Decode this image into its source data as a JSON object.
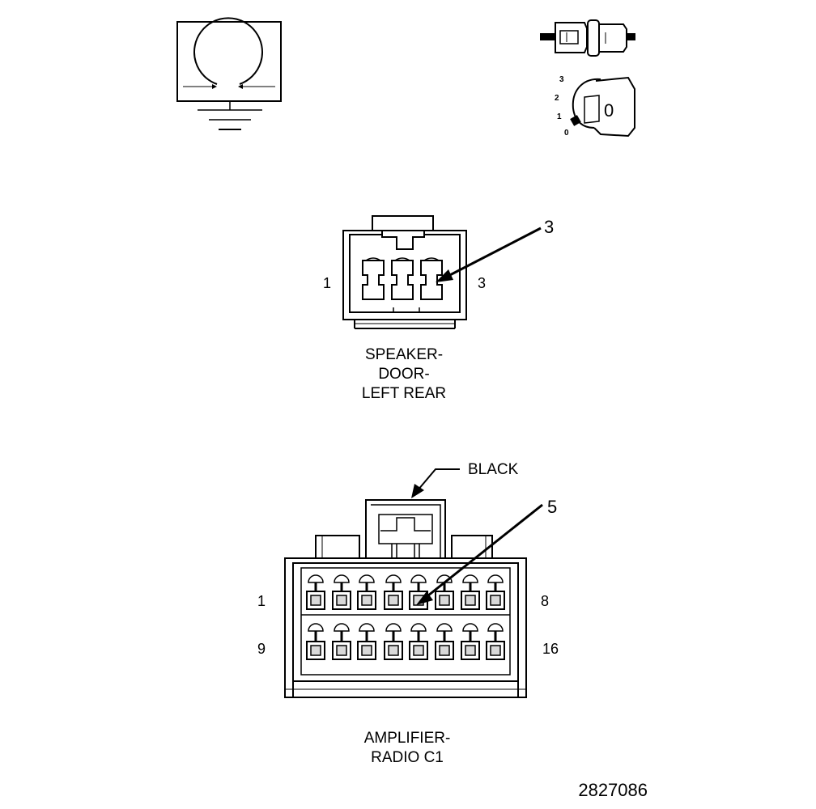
{
  "diagram": {
    "figure_number": "2827086",
    "speaker_connector": {
      "caption_lines": [
        "SPEAKER-",
        "DOOR-",
        "LEFT REAR"
      ],
      "pin_left": "1",
      "pin_right": "3",
      "callout": "3"
    },
    "amplifier_connector": {
      "caption_lines": [
        "AMPLIFIER-",
        "RADIO C1"
      ],
      "color_label": "BLACK",
      "pin_top_left": "1",
      "pin_top_right": "8",
      "pin_bottom_left": "9",
      "pin_bottom_right": "16",
      "callout": "5"
    },
    "ignition_switch": {
      "positions": [
        "3",
        "2",
        "1",
        "0"
      ],
      "key_label": "0"
    },
    "colors": {
      "line": "#000000",
      "fill": "#ffffff",
      "shade": "#d9d9d9"
    }
  }
}
